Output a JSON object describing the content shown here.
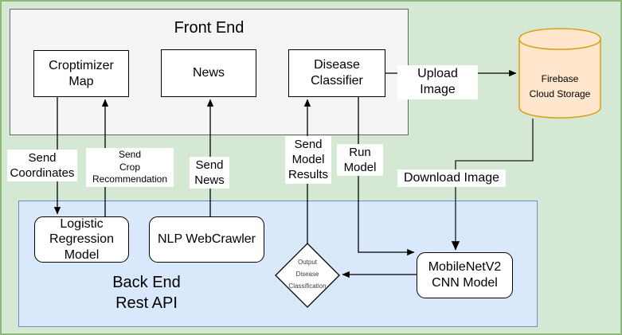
{
  "front_end": {
    "title": "Front End",
    "croptimizer_label": "Croptimizer\nMap",
    "news_label": "News",
    "disease_label": "Disease\nClassifier"
  },
  "back_end": {
    "title": "Back End\nRest API",
    "logistic_label": "Logistic\nRegression\nModel",
    "nlp_label": "NLP WebCrawler",
    "mobilenet_label": "MobileNetV2\nCNN Model",
    "diamond_label": "Output\nDisease\nClassification"
  },
  "storage": {
    "label": "Firebase\nCloud Storage"
  },
  "edges": {
    "send_coordinates": "Send\nCoordinates",
    "send_crop_recommendation": "Send\nCrop\nRecommendation",
    "send_news": "Send\nNews",
    "send_model_results": "Send\nModel\nResults",
    "run_model": "Run\nModel",
    "upload_image": "Upload Image",
    "download_image": "Download Image"
  },
  "colors": {
    "canvas_background": "#d5e8d4",
    "canvas_border": "#8cb973",
    "front_end_fill": "#f5f5f5",
    "front_end_border": "#666666",
    "back_end_fill": "#dae8fc",
    "back_end_border": "#6c8ebf",
    "storage_fill": "#ffe6cc",
    "storage_border": "#d79b00",
    "node_fill": "#ffffff",
    "node_border": "#000000",
    "connector": "#000000"
  }
}
